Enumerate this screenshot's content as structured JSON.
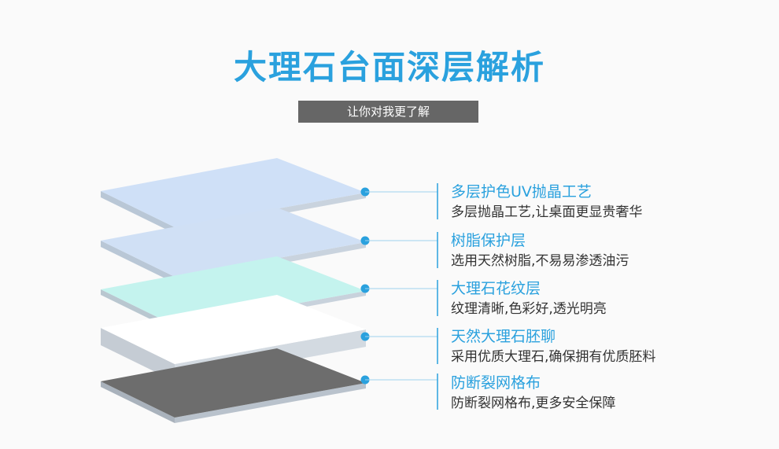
{
  "header": {
    "title": "大理石台面深层解析",
    "subtitle": "让你对我更了解"
  },
  "layers": [
    {
      "title": "多层护色UV抛晶工艺",
      "desc": "多层抛晶工艺,让桌面更显贵奢华",
      "color": "#cfe0f7"
    },
    {
      "title": "树脂保护层",
      "desc": "选用天然树脂,不易易渗透油污",
      "color": "#d0e0f5"
    },
    {
      "title": "大理石花纹层",
      "desc": "纹理清晰,色彩好,透光明亮",
      "color": "#c4f3ee"
    },
    {
      "title": "天然大理石胚聊",
      "desc": "采用优质大理石,确保拥有优质胚料",
      "color": "#ffffff"
    },
    {
      "title": "防断裂网格布",
      "desc": "防断裂网格布,更多安全保障",
      "color": "#6d6d6d"
    }
  ],
  "colors": {
    "accent": "#2aa1de",
    "connector": "#2aa1de",
    "layer_edge": "#b9c2cc"
  }
}
